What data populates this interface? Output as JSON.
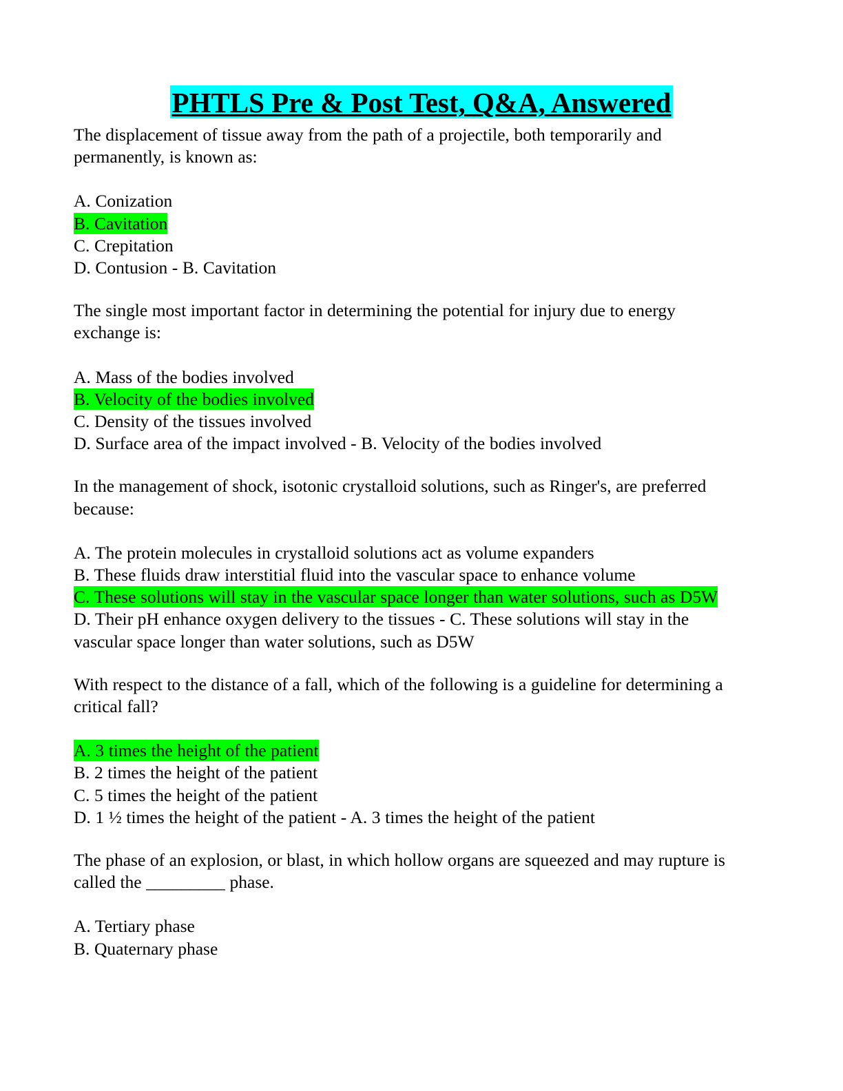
{
  "document": {
    "title": "PHTLS Pre & Post Test, Q&A, Answered",
    "title_highlight_color": "#00FFFF",
    "answer_highlight_color": "#00FF00",
    "background_color": "#FFFFFF",
    "text_color": "#000000"
  },
  "questions": [
    {
      "prompt": "The displacement of tissue away from the path of a projectile, both temporarily and permanently, is known as:",
      "options": [
        {
          "text": "A. Conization",
          "highlighted": false
        },
        {
          "text": "B. Cavitation",
          "highlighted": true
        },
        {
          "text": "C. Crepitation",
          "highlighted": false
        },
        {
          "text": "D. Contusion - B. Cavitation",
          "highlighted": false
        }
      ]
    },
    {
      "prompt": "The single most important factor in determining the potential for injury due to energy exchange is:",
      "options": [
        {
          "text": "A. Mass of the bodies involved",
          "highlighted": false
        },
        {
          "text": "B. Velocity of the bodies involved",
          "highlighted": true
        },
        {
          "text": "C. Density of the tissues involved",
          "highlighted": false
        },
        {
          "text": "D. Surface area of the impact involved - B. Velocity of the bodies involved",
          "highlighted": false
        }
      ]
    },
    {
      "prompt": "In the management of shock, isotonic crystalloid solutions, such as Ringer's, are preferred because:",
      "options": [
        {
          "text": "A. The protein molecules in crystalloid solutions act as volume expanders",
          "highlighted": false
        },
        {
          "text": "B. These fluids draw interstitial fluid into the vascular space to enhance volume",
          "highlighted": false
        },
        {
          "text": "C. These solutions will stay in the vascular space longer than water solutions, such as D5W",
          "highlighted": true
        },
        {
          "text": "D. Their pH enhance oxygen delivery to the tissues - C. These solutions will stay in the vascular space longer than water solutions, such as D5W",
          "highlighted": false
        }
      ]
    },
    {
      "prompt": "With respect to the distance of a fall, which of the following is a guideline for determining a critical fall?",
      "options": [
        {
          "text": "A. 3 times the height of the patient",
          "highlighted": true
        },
        {
          "text": "B. 2 times the height of the patient",
          "highlighted": false
        },
        {
          "text": "C. 5 times the height of the patient",
          "highlighted": false
        },
        {
          "text": "D. 1 ½ times the height of the patient - A. 3 times the height of the patient",
          "highlighted": false
        }
      ]
    },
    {
      "prompt": "The phase of an explosion, or blast, in which hollow organs are squeezed and may rupture is called the _________ phase.",
      "options": [
        {
          "text": "A. Tertiary phase",
          "highlighted": false
        },
        {
          "text": "B. Quaternary phase",
          "highlighted": false
        }
      ]
    }
  ]
}
